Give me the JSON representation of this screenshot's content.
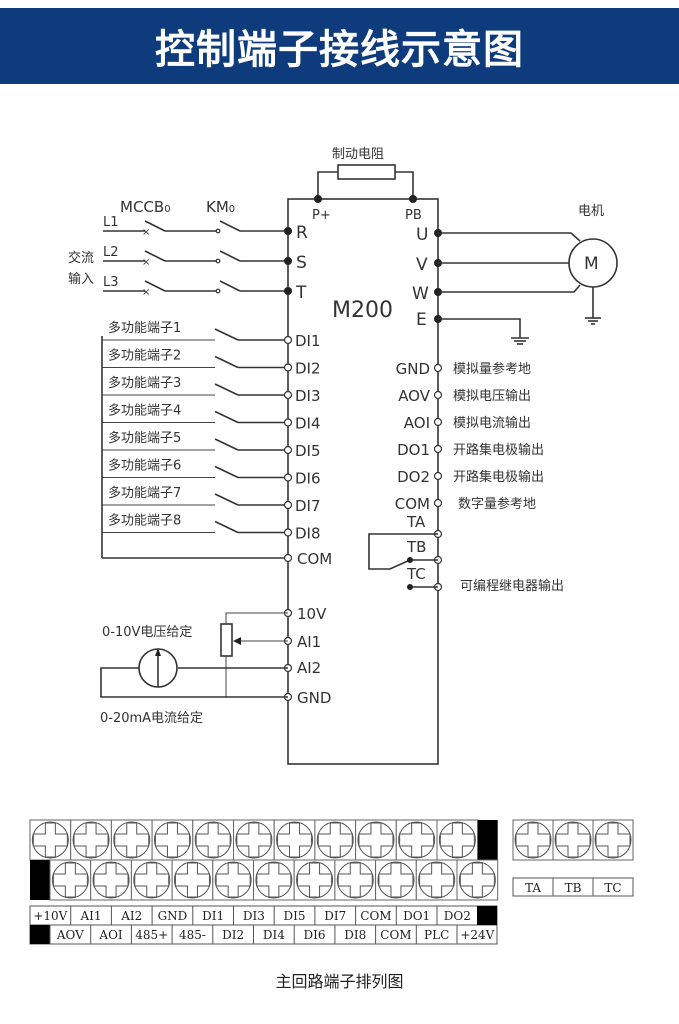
{
  "header": {
    "title": "控制端子接线示意图"
  },
  "diagram": {
    "model": "M200",
    "brake_resistor_label": "制动电阻",
    "dc_terminals": [
      "P+",
      "PB"
    ],
    "breaker_label": "MCCB",
    "breaker_sub": "0",
    "contactor_label": "KM",
    "contactor_sub": "0",
    "ac_input_label_1": "交流",
    "ac_input_label_2": "输入",
    "lines": [
      "L1",
      "L2",
      "L3"
    ],
    "input_terminals": [
      "R",
      "S",
      "T"
    ],
    "output_terminals": [
      "U",
      "V",
      "W",
      "E"
    ],
    "motor_label": "电机",
    "motor_symbol": "M",
    "multi_function_inputs": [
      {
        "label": "多功能端子1",
        "terminal": "DI1"
      },
      {
        "label": "多功能端子2",
        "terminal": "DI2"
      },
      {
        "label": "多功能端子3",
        "terminal": "DI3"
      },
      {
        "label": "多功能端子4",
        "terminal": "DI4"
      },
      {
        "label": "多功能端子5",
        "terminal": "DI5"
      },
      {
        "label": "多功能端子6",
        "terminal": "DI6"
      },
      {
        "label": "多功能端子7",
        "terminal": "DI7"
      },
      {
        "label": "多功能端子8",
        "terminal": "DI8"
      }
    ],
    "com_terminal": "COM",
    "analog_inputs": [
      "10V",
      "AI1",
      "AI2",
      "GND"
    ],
    "voltage_setting_label": "0-10V电压给定",
    "current_setting_label": "0-20mA电流给定",
    "right_outputs": [
      {
        "terminal": "GND",
        "desc": "模拟量参考地"
      },
      {
        "terminal": "AOV",
        "desc": "模拟电压输出"
      },
      {
        "terminal": "AOI",
        "desc": "模拟电流输出"
      },
      {
        "terminal": "DO1",
        "desc": "开路集电极输出"
      },
      {
        "terminal": "DO2",
        "desc": "开路集电极输出"
      },
      {
        "terminal": "COM",
        "desc": "数字量参考地"
      }
    ],
    "relay_terminals": [
      "TA",
      "TB",
      "TC"
    ],
    "relay_label": "可编程继电器输出"
  },
  "terminal_strip": {
    "top_row": [
      "+10V",
      "AI1",
      "AI2",
      "GND",
      "DI1",
      "DI3",
      "DI5",
      "DI7",
      "COM",
      "DO1",
      "DO2"
    ],
    "bottom_row": [
      "AOV",
      "AOI",
      "485+",
      "485-",
      "DI2",
      "DI4",
      "DI6",
      "DI8",
      "COM",
      "PLC",
      "+24V"
    ],
    "relay_row": [
      "TA",
      "TB",
      "TC"
    ]
  },
  "caption": "主回路端子排列图"
}
